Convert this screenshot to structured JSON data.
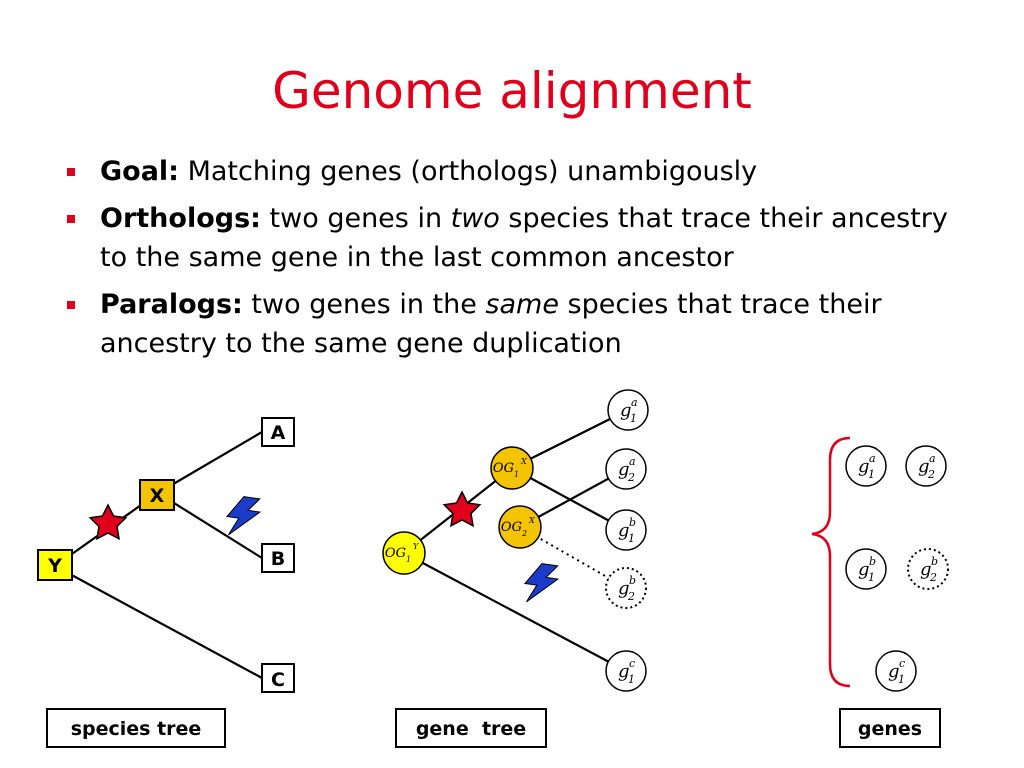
{
  "title": "Genome alignment",
  "bullets": [
    {
      "term": "Goal:",
      "pre": "Matching genes (orthologs) unambigously",
      "em": "",
      "post": ""
    },
    {
      "term": "Orthologs:",
      "pre": "two genes in ",
      "em": "two",
      "post": " species that trace their ancestry to the same gene in the last common ancestor"
    },
    {
      "term": "Paralogs:",
      "pre": "two genes in the ",
      "em": "same",
      "post": " species that trace their ancestry to the same gene duplication"
    }
  ],
  "species_tree": {
    "caption": "species tree",
    "nodes": {
      "Y": "Y",
      "X": "X",
      "A": "A",
      "B": "B",
      "C": "C"
    }
  },
  "gene_tree": {
    "caption": "gene  tree",
    "internal": {
      "og1Y": {
        "base": "OG",
        "sub": "1",
        "sup": "Y"
      },
      "og1X": {
        "base": "OG",
        "sub": "1",
        "sup": "X"
      },
      "og2X": {
        "base": "OG",
        "sub": "2",
        "sup": "X"
      }
    },
    "leaves": {
      "g1a": {
        "base": "g",
        "sub": "1",
        "sup": "a"
      },
      "g2a": {
        "base": "g",
        "sub": "2",
        "sup": "a"
      },
      "g1b": {
        "base": "g",
        "sub": "1",
        "sup": "b"
      },
      "g2b": {
        "base": "g",
        "sub": "2",
        "sup": "b"
      },
      "g1c": {
        "base": "g",
        "sub": "1",
        "sup": "c"
      }
    }
  },
  "genes_panel": {
    "caption": "genes",
    "g1a": {
      "base": "g",
      "sub": "1",
      "sup": "a"
    },
    "g2a": {
      "base": "g",
      "sub": "2",
      "sup": "a"
    },
    "g1b": {
      "base": "g",
      "sub": "1",
      "sup": "b"
    },
    "g2b": {
      "base": "g",
      "sub": "2",
      "sup": "b"
    },
    "g1c": {
      "base": "g",
      "sub": "1",
      "sup": "c"
    }
  },
  "colors": {
    "title": "#e0001b",
    "bullet": "#e0001b",
    "star": "#e0001b",
    "lightning": "#1a3cc8",
    "x_node": "#f5c400",
    "y_node": "#ffff00",
    "brace": "#e0001b"
  },
  "icons": [
    "duplication-star-icon",
    "gene-loss-lightning-icon"
  ]
}
